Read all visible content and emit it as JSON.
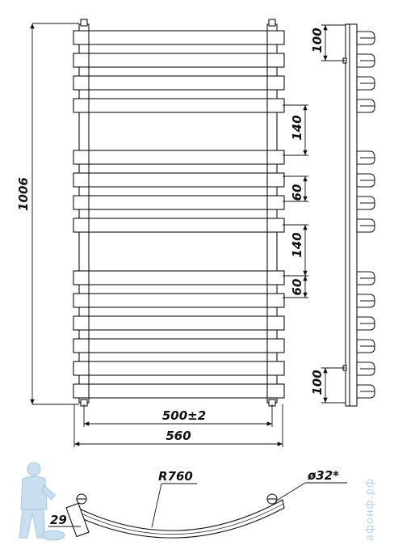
{
  "dimensions": {
    "height_total": "1006",
    "width_axis": "500±2",
    "width_total": "560",
    "spacing_top": "100",
    "spacing_bottom": "100",
    "gap_large_1": "140",
    "gap_small_1": "60",
    "gap_large_2": "140",
    "gap_small_2": "60",
    "radius": "R760",
    "tube_diameter": "ø32*",
    "offset": "29"
  },
  "watermark": {
    "text": "афонф.рф"
  },
  "colors": {
    "line": "#111111",
    "watermark": "#b7d3ea"
  }
}
